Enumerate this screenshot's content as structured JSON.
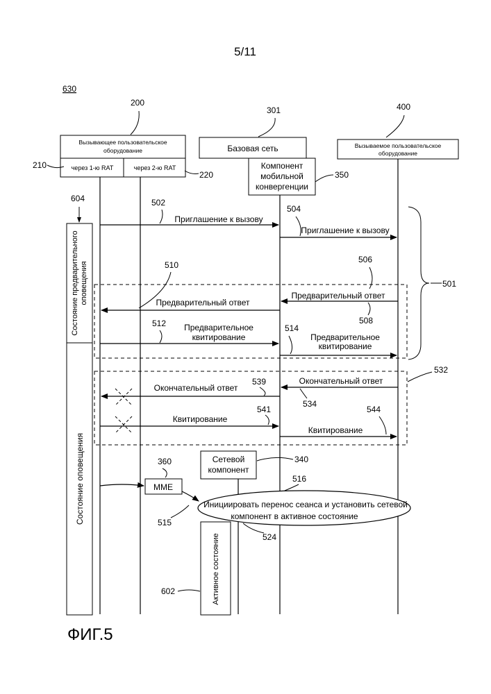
{
  "page_number": "5/11",
  "figure_ref": "630",
  "figure_caption": "ФИГ.5",
  "entities": {
    "caller": {
      "ref": "200",
      "title_line1": "Вызывающее пользовательское",
      "title_line2": "оборудование",
      "rat1_label": "через 1-ю RAT",
      "rat1_ref": "210",
      "rat2_label": "через 2-ю RAT",
      "rat2_ref": "220"
    },
    "core": {
      "ref": "301",
      "title": "Базовая сеть",
      "mcc_line1": "Компонент",
      "mcc_line2": "мобильной",
      "mcc_line3": "конвергенции",
      "mcc_ref": "350"
    },
    "callee": {
      "ref": "400",
      "title_line1": "Вызываемое пользовательское",
      "title_line2": "оборудование"
    },
    "network_component": {
      "line1": "Сетевой",
      "line2": "компонент",
      "ref": "340"
    },
    "mme": {
      "label": "MME",
      "ref": "360",
      "arrow_ref": "515"
    }
  },
  "states": {
    "pre_alert_ref": "604",
    "pre_alert_line1": "Состояние предварительного",
    "pre_alert_line2": "оповещения",
    "alert": "Состояние оповещения",
    "active": "Активное состояние",
    "active_ref": "602"
  },
  "messages": {
    "invite1": {
      "ref": "502",
      "label": "Приглашение к вызову"
    },
    "invite2": {
      "ref": "504",
      "label": "Приглашение к вызову"
    },
    "prov_resp_callee": {
      "ref": "506",
      "ref2": "508",
      "label": "Предварительный ответ"
    },
    "prov_resp_caller": {
      "ref": "510",
      "label": "Предварительный ответ"
    },
    "prov_ack1": {
      "ref": "512",
      "line1": "Предварительное",
      "line2": "квитирование"
    },
    "prov_ack2": {
      "ref": "514",
      "line1": "Предварительное",
      "line2": "квитирование"
    },
    "final_resp_callee": {
      "ref": "534",
      "label": "Окончательный ответ"
    },
    "final_resp_caller": {
      "ref": "539",
      "label": "Окончательный ответ"
    },
    "ack1": {
      "ref": "541",
      "label": "Квитирование"
    },
    "ack2": {
      "ref": "544",
      "label": "Квитирование"
    }
  },
  "groups": {
    "group1_ref": "501",
    "group2_ref": "532"
  },
  "session": {
    "ref": "516",
    "ref2": "524",
    "line1": "Инициировать перенос сеанса и установить сетевой",
    "line2": "компонент в активное состояние"
  }
}
